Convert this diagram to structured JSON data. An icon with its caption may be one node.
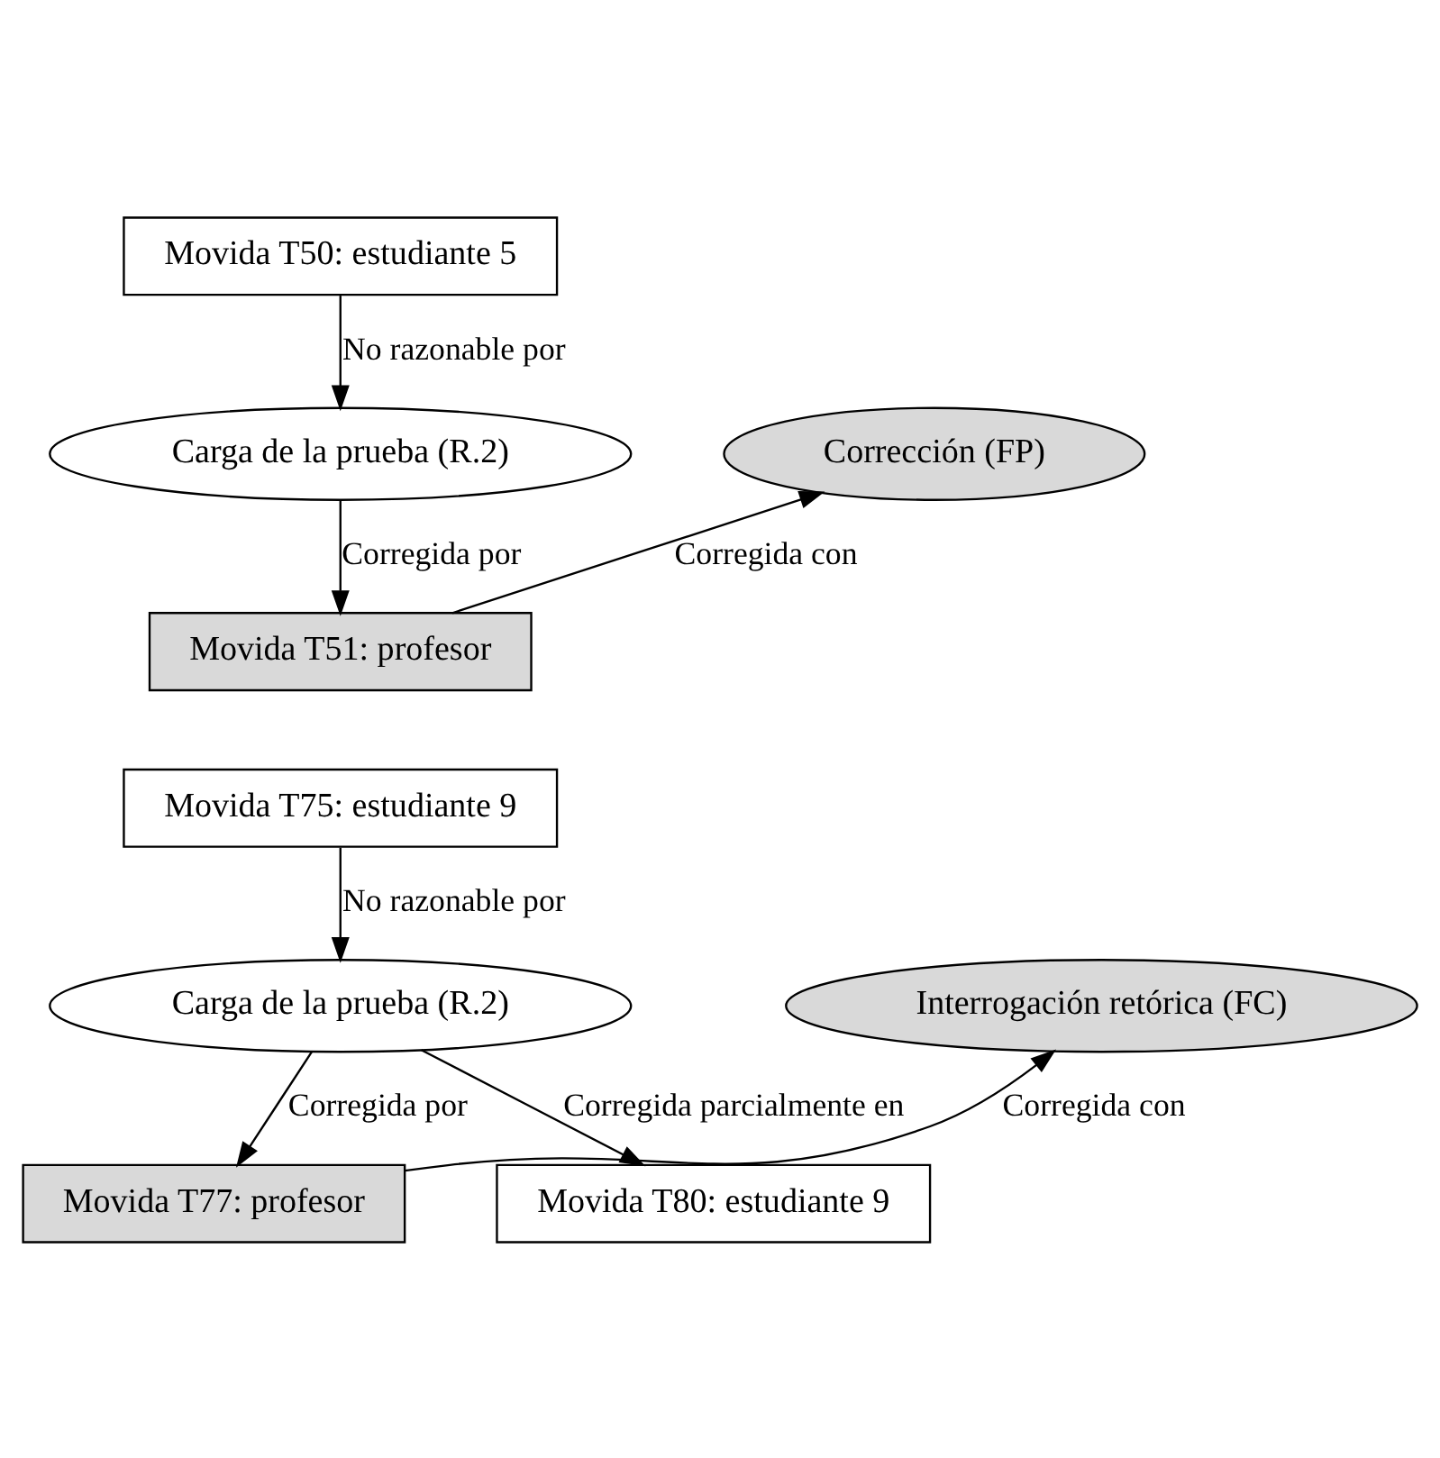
{
  "diagram": {
    "nodes": [
      {
        "text": [
          "Movida T50: estudiante 5"
        ]
      },
      {
        "text": [
          "Carga de la prueba (R.2)"
        ]
      },
      {
        "text": [
          "Corrección (FP)"
        ]
      },
      {
        "text": [
          "Movida T51: profesor"
        ]
      },
      {
        "text": [
          "Movida T75: estudiante 9"
        ]
      },
      {
        "text": [
          "Carga de la prueba (R.2)"
        ]
      },
      {
        "text": [
          "Interrogación retórica (FC)"
        ]
      },
      {
        "text": [
          "Movida T77: profesor"
        ]
      },
      {
        "text": [
          "Movida T80: estudiante 9"
        ]
      }
    ],
    "edges": [
      {
        "from": 0,
        "to": 1,
        "arrow": "to",
        "label": "No razonable por"
      },
      {
        "from": 1,
        "to": 3,
        "arrow": "to",
        "label": "Corregida por"
      },
      {
        "from": 3,
        "to": 2,
        "arrow": "to",
        "label": "Corregida con"
      },
      {
        "from": 4,
        "to": 5,
        "arrow": "to",
        "label": "No razonable por"
      },
      {
        "from": 5,
        "to": 7,
        "arrow": "to",
        "label": "Corregida por"
      },
      {
        "from": 7,
        "to": 6,
        "arrow": "to",
        "label": "Corregida con"
      },
      {
        "from": 5,
        "to": 8,
        "arrow": "to",
        "label": "Corregida parcialmente en"
      }
    ]
  }
}
